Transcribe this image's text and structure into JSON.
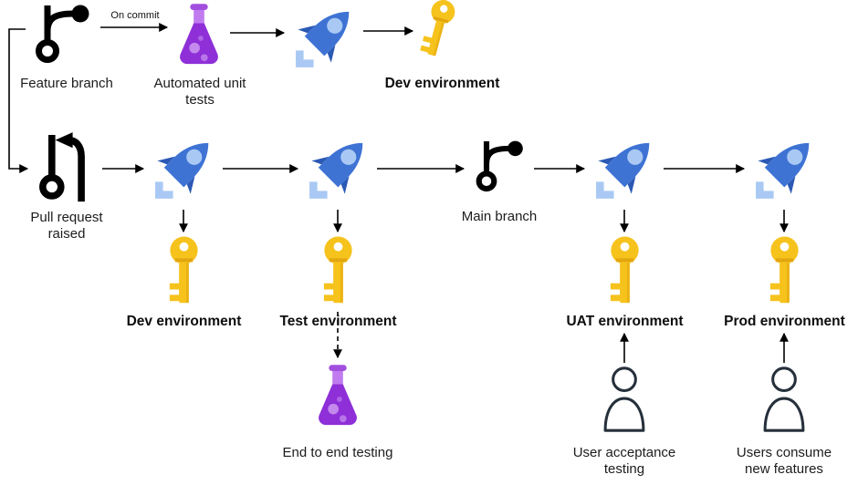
{
  "diagram": {
    "type": "flowchart",
    "labels": {
      "on_commit": "On commit",
      "feature_branch": "Feature branch",
      "automated_unit_tests": "Automated unit tests",
      "dev_environment_top": "Dev environment",
      "pull_request_raised": "Pull request raised",
      "dev_environment": "Dev environment",
      "test_environment": "Test environment",
      "main_branch": "Main branch",
      "uat_environment": "UAT environment",
      "prod_environment": "Prod environment",
      "end_to_end_testing": "End to end testing",
      "user_acceptance_testing": "User acceptance testing",
      "users_consume_new_features": "Users consume new features"
    },
    "icons": {
      "feature_branch": "git-branch-icon",
      "pull_request": "git-pull-request-icon",
      "main_branch": "git-branch-icon",
      "automated_unit_tests": "flask-icon",
      "end_to_end_testing": "flask-icon",
      "pipeline_run": "rocket-icon",
      "environment": "key-icon",
      "user": "person-icon"
    },
    "colors": {
      "flask_purple": "#8E2FD8",
      "flask_purple_light": "#C07BEF",
      "rocket_blue": "#3E73D4",
      "rocket_blue_dark": "#2B59B5",
      "rocket_blue_light": "#A9C9F4",
      "key_gold": "#F6C21C",
      "key_gold_dark": "#E2A60F",
      "person_outline": "#26303B",
      "connector": "#000000",
      "background": "#FFFFFF"
    }
  }
}
